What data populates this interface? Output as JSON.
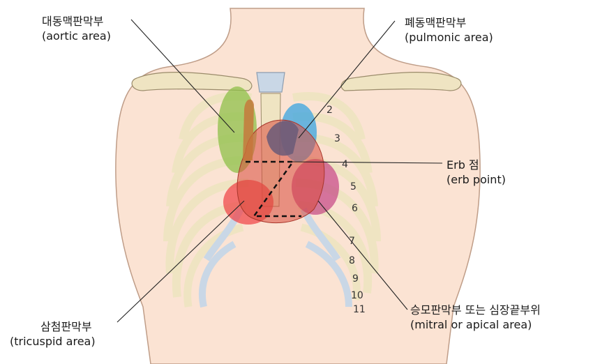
{
  "labels": {
    "aortic": {
      "ko": "대동맥판막부",
      "en": "(aortic area)"
    },
    "pulmonic": {
      "ko": "폐동맥판막부",
      "en": "(pulmonic area)"
    },
    "erb": {
      "ko": "Erb 점",
      "en": "(erb point)"
    },
    "tricuspid": {
      "ko": "삼첨판막부",
      "en": "(tricuspid area)"
    },
    "mitral": {
      "ko": "승모판막부 또는 심장끝부위",
      "en": "(mitral or apical area)"
    }
  },
  "rib_numbers": [
    "2",
    "3",
    "4",
    "5",
    "6",
    "7",
    "8",
    "9",
    "10",
    "11"
  ],
  "colors": {
    "skin": "#fbe3d3",
    "skin_outline": "#bf9d88",
    "bone": "#efe4c2",
    "bone_outline": "#9a8b6a",
    "cartilage": "#c9d7e6",
    "aortic_area": "#8fc04a",
    "pulmonic_area": "#3aa4e0",
    "tricuspid_area": "#ef3e43",
    "mitral_area": "#c0387e",
    "heart": "#d84a3c",
    "vessel": "#6a5a78"
  }
}
